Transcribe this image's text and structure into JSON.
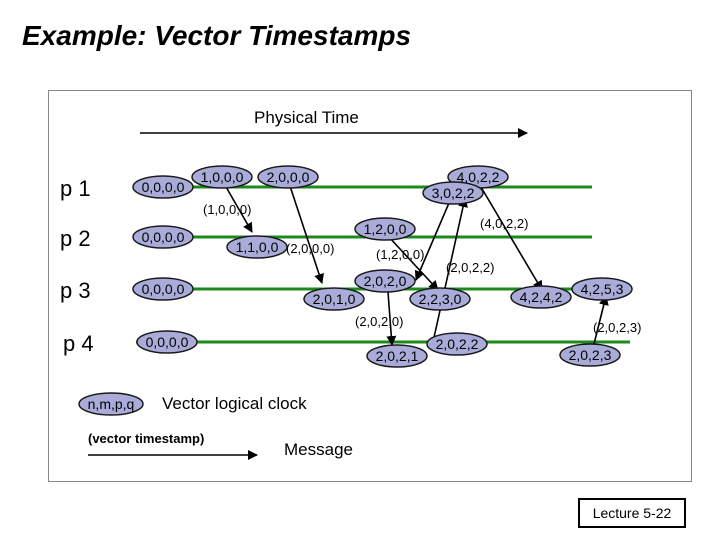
{
  "title": "Example: Vector Timestamps",
  "physical_time_label": "Physical Time",
  "processes": [
    "p 1",
    "p 2",
    "p 3",
    "p 4"
  ],
  "initial_timestamps": [
    "0,0,0,0",
    "0,0,0,0",
    "0,0,0,0",
    "0,0,0,0"
  ],
  "events": {
    "p1_e1": "1,0,0,0",
    "p1_e2": "2,0,0,0",
    "p1_e3": "3,0,2,2",
    "p1_e4": "4,0,2,2",
    "p2_e1": "1,1,0,0",
    "p2_e2": "1,2,0,0",
    "p3_e1": "2,0,1,0",
    "p3_e2": "2,0,2,0",
    "p3_e3": "2,2,3,0",
    "p3_e4": "4,2,4,2",
    "p3_e5": "4,2,5,3",
    "p4_e1": "2,0,2,1",
    "p4_e2": "2,0,2,2",
    "p4_e3": "2,0,2,3"
  },
  "messages": {
    "m1": "(1,0,0,0)",
    "m2": "(2,0,0,0)",
    "m3": "(4,0,2,2)",
    "m4": "(1,2,0,0)",
    "m5": "(2,0,2,2)",
    "m6": "(2,0,2,0)",
    "m7": "(2,0,2,3)"
  },
  "legend": {
    "sample": "n,m,p,q",
    "clock_label": "Vector logical clock",
    "vt_label": "(vector timestamp)",
    "message_label": "Message"
  },
  "footer": "Lecture 5-22",
  "colors": {
    "timeline": "#1e8a1e",
    "ellipse": "#a9acd9",
    "ellipse_border": "#1a1a1a",
    "arrow": "#000000"
  }
}
